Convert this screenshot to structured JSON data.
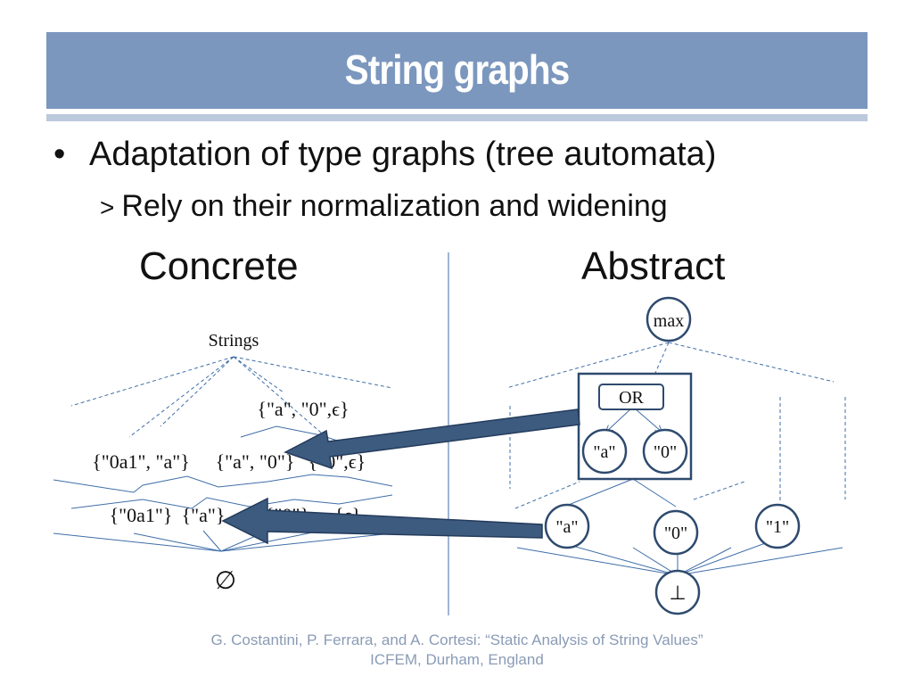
{
  "title": "String graphs",
  "bullet": "Adaptation of type graphs (tree automata)",
  "sub_marker": ">",
  "sub_bullet": "Rely on their normalization and widening",
  "concrete_label": "Concrete",
  "abstract_label": "Abstract",
  "concrete": {
    "top": "Strings",
    "level1": "{\"a\", \"0\",ϵ}",
    "level2a": "{\"0a1\", \"a\"}",
    "level2b": "{\"a\", \"0\"}",
    "level2c": "{\"0\",ϵ}",
    "level3a": "{\"0a1\"}",
    "level3b": "{\"a\"}",
    "level3c": "{\"0\"}",
    "level3d": "{ϵ}",
    "bottom": "∅"
  },
  "abstract": {
    "max": "max",
    "or": "OR",
    "or_child_a": "\"a\"",
    "or_child_0": "\"0\"",
    "leaf_a": "\"a\"",
    "leaf_0": "\"0\"",
    "leaf_1": "\"1\"",
    "bottom": "⊥"
  },
  "footer_line1": "G. Costantini, P. Ferrara, and A. Cortesi: “Static Analysis of String Values”",
  "footer_line2": "ICFEM, Durham, England",
  "colors": {
    "title_bg": "#7b97be",
    "arrow": "#3d5a7f",
    "node_stroke": "#2e4a6e",
    "lines": "#3f6ea8"
  }
}
